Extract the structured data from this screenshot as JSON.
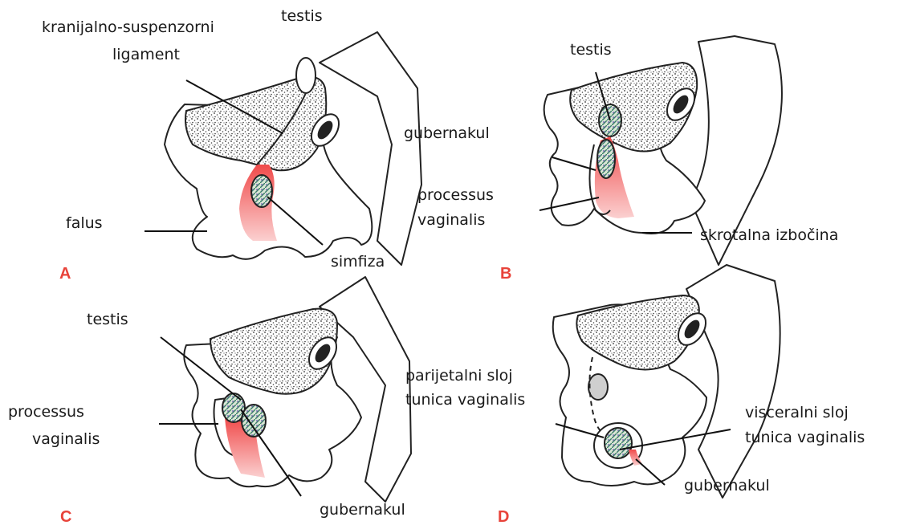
{
  "colors": {
    "panel_letter": "#e8433a",
    "gubernaculum": "#f27c7c",
    "ink": "#1a1a1a"
  },
  "panels": {
    "a": {
      "letter": "A",
      "labels": {
        "ligament_line1": "kranijalno-suspenzorni",
        "ligament_line2": "ligament",
        "testis": "testis",
        "gubernakul": "gubernakul",
        "falus": "falus",
        "simfiza": "simfiza"
      }
    },
    "b": {
      "letter": "B",
      "labels": {
        "testis": "testis",
        "processus_line1": "processus",
        "processus_line2": "vaginalis",
        "skrotalna": "skrotalna izbočina"
      }
    },
    "c": {
      "letter": "C",
      "labels": {
        "testis": "testis",
        "processus_line1": "processus",
        "processus_line2": "vaginalis",
        "parijetalni_line1": "parijetalni sloj",
        "parijetalni_line2": "tunica vaginalis",
        "gubernakul": "gubernakul"
      }
    },
    "d": {
      "letter": "D",
      "labels": {
        "visceralni_line1": "visceralni sloj",
        "visceralni_line2": "tunica vaginalis",
        "gubernakul": "gubernakul"
      }
    }
  }
}
